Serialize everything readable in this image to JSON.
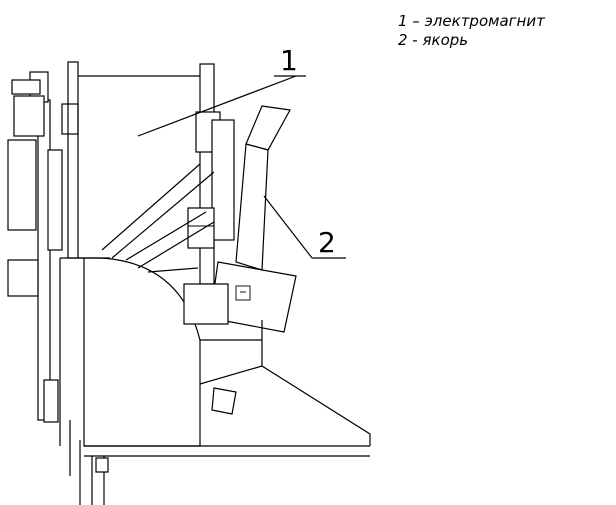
{
  "legend": {
    "line1": "1 – электромагнит",
    "line2": "2 - якорь"
  },
  "callouts": {
    "label1": "1",
    "label2": "2"
  },
  "colors": {
    "line": "#000000",
    "background": "#ffffff"
  }
}
